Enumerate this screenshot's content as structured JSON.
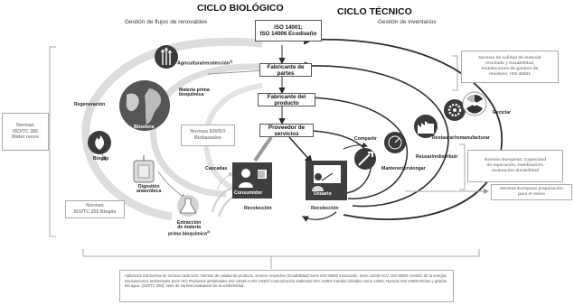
{
  "headers": {
    "bio_title": "CICLO BIOLÓGICO",
    "tech_title": "CICLO TÉCNICO",
    "bio_sub": "Gestión de flujos de renovables",
    "tech_sub": "Gestión de inventarios"
  },
  "iso_top": "ISO 14001;\nISO 14006 Ecodiseño",
  "chain": {
    "parts": "Fabricante de partes",
    "product": "Fabricante del producto",
    "service": "Proveedor de servicios"
  },
  "bio_nodes": {
    "agri": "Agricultura/recolección",
    "agri_sup": "1)",
    "materia": "Materia prima\nbioquímica",
    "regeneracion": "Regeneración",
    "biosfera": "Biosfera",
    "biogas": "Biogás",
    "digestion": "Digestión\nanaeróbica",
    "extraccion": "Extracción\nde materia\nprima bioquímica",
    "extraccion_sup": "2)",
    "cascadas": "Cascadas",
    "consumidor": "Consumidor",
    "recoleccion_bio": "Recolección"
  },
  "tech_nodes": {
    "usuario": "Usuario",
    "recoleccion_tech": "Recolección",
    "compartir": "Compartir",
    "mantener": "Mantener/prolongar",
    "reusar": "Reusar/redistribuir",
    "restaurar": "Restaurar/remanufacturar",
    "reciclar": "Reciclar"
  },
  "norm_boxes": {
    "left": "Normas\nISO/TC 282\nWater reuse",
    "en_iso": "Normas EN/ISO\nBiobasados",
    "iso_tc255": "Normas\nISO/TC 255 Biogás",
    "right_top": "Normas de calidad de material\nreciclado y trazabilidad,\nInstalaciones de gestión de\nresiduos; ISO 45001",
    "right_mid": "Normas Europeas: Capacidad\nde reparación, reutilización,\nevaluación durabilidad",
    "right_bottom": "Normas Europeas preparación\npara el reúso"
  },
  "bottom_text": "Aplicación transversal de normas cada ciclo: Normas de calidad de producto, servicio respectivo (Durabilidad) Serie ISO 56000 Innovación; Serie 14040 ACV; ISO 50001 Gestión de la energía; Declaraciones ambientales Serie ISO Productos ambientales ISO 14046 e ISO 14067/ Comunicación ambiental ISO 14063/ Cambio Climático serie 14064; Normas ISO 23000 Reúso y gestión del agua. (ISO/TC 282); serie de normas evaluación de la conformidad",
  "colors": {
    "line_dark": "#2b2b2b",
    "line_gray": "#9a9a9a",
    "line_light": "#d0d0d0"
  }
}
